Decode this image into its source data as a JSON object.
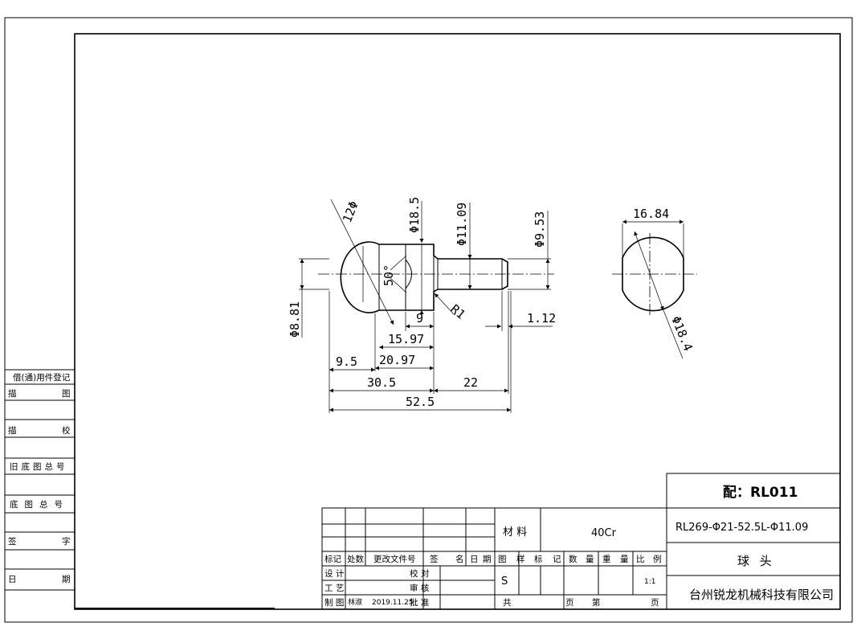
{
  "dimensions": {
    "sphere_radius": "12Φ",
    "neck_dia": "Φ18.5",
    "shaft_dia": "Φ11.09",
    "thread_dia": "Φ9.53",
    "head_dia": "Φ8.81",
    "angle": "50°",
    "fillet": "R1",
    "groove_width": "1.12",
    "d9": "9",
    "d15_97": "15.97",
    "d20_97": "20.97",
    "d9_5": "9.5",
    "d30_5": "30.5",
    "d22": "22",
    "d52_5": "52.5",
    "flat_width": "16.84",
    "end_dia": "Φ18.4"
  },
  "side_panel": {
    "borrow_register": "借(通)用件登记",
    "trace_left": "描",
    "trace_right": "图",
    "check_left": "描",
    "check_right": "校",
    "old_base_no": "旧底图总号",
    "base_no": "底图总号",
    "sign_left": "签",
    "sign_right": "字",
    "date_left": "日",
    "date_right": "期"
  },
  "title_block": {
    "mark": "标记",
    "count": "处数",
    "change_doc": "更改文件号",
    "sign": "签",
    "name": "名",
    "date_ri": "日",
    "date_qi": "期",
    "design": "设 计",
    "process": "工 艺",
    "draw": "制 图",
    "drafter": "林淑",
    "draw_date": "2019.11.25",
    "proofread": "校 对",
    "review": "审 核",
    "approve": "批 准",
    "material_label": "材  料",
    "material_value": "40Cr",
    "h_tu": "图",
    "h_yang": "样",
    "h_biao": "标",
    "h_ji": "记",
    "h_shu": "数",
    "h_liang": "量",
    "h_zhong": "重",
    "h_liang2": "量",
    "h_bi": "比",
    "h_li": "例",
    "stage_mark": "S",
    "scale": "1:1",
    "total": "共",
    "page1": "页",
    "nth": "第",
    "page2": "页",
    "part_header": "配：RL011",
    "part_code": "RL269-Φ21-52.5L-Φ11.09",
    "part_name": "球 头",
    "company": "台州锐龙机械科技有限公司"
  }
}
